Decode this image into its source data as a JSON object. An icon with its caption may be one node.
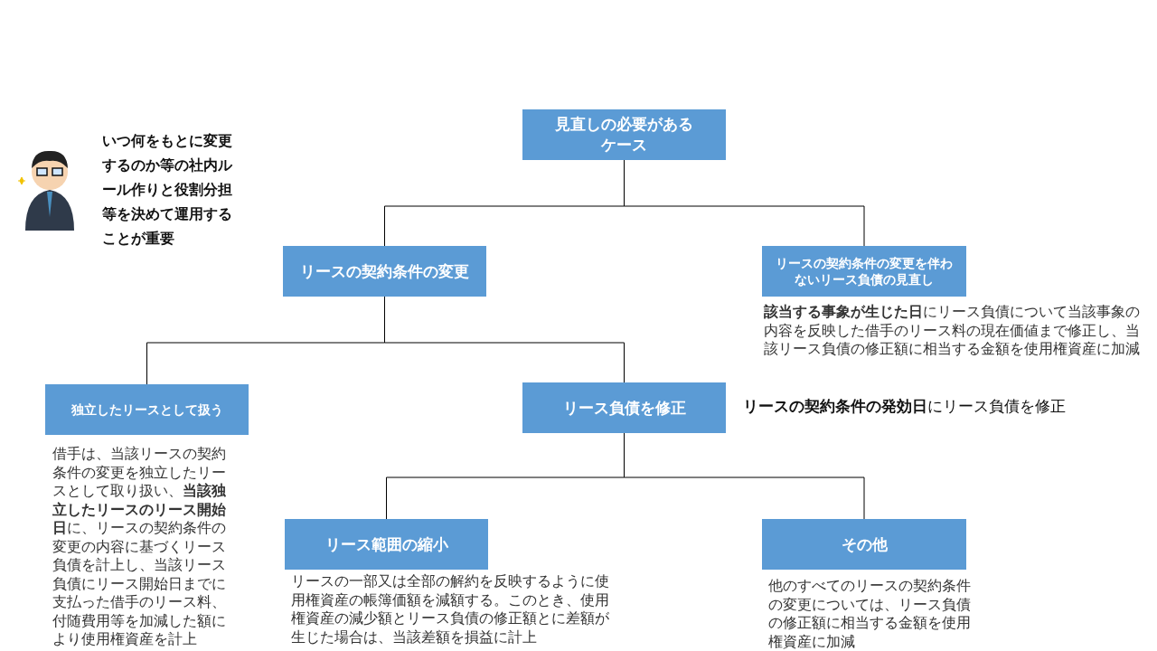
{
  "diagram": {
    "nodes": [
      {
        "text": [
          "見直しの必要があるケース"
        ]
      },
      {
        "text": [
          "リースの契約条件の変更"
        ]
      },
      {
        "text": [
          "リースの契約条件の変更を伴わないリース負債の見直し"
        ],
        "beside": [
          "**該当する事象が生じた日**にリース負債について当該事象の内容を反映した借手のリース料の現在価値まで修正し、当該リース負債の修正額に相当する金額を使用権資産に加減"
        ]
      },
      {
        "text": [
          "独立したリースとして扱う"
        ],
        "beside": [
          "借手は、当該リースの契約条件の変更を独立したリースとして取り扱い、**当該独立したリースのリース開始日**に、リースの契約条件の変更の内容に基づくリース負債を計上し、当該リース負債にリース開始日までに支払った借手のリース料、付随費用等を加減した額により使用権資産を計上"
        ]
      },
      {
        "text": [
          "リース負債を修正"
        ],
        "beside": [
          "**リースの契約条件の発効日**にリース負債を修正"
        ]
      },
      {
        "text": [
          "リース範囲の縮小"
        ],
        "beside": [
          "リースの一部又は全部の解約を反映するように使用権資産の帳簿価額を減額する。このとき、使用権資産の減少額とリース負債の修正額とに差額が生じた場合は、当該差額を損益に計上"
        ]
      },
      {
        "text": [
          "その他"
        ],
        "beside": [
          "他のすべてのリースの契約条件の変更については、リース負債の修正額に相当する金額を使用権資産に加減"
        ]
      }
    ],
    "edges": [
      {
        "from": 0,
        "to": 1,
        "arrow": "none"
      },
      {
        "from": 0,
        "to": 2,
        "arrow": "none"
      },
      {
        "from": 1,
        "to": 3,
        "arrow": "none"
      },
      {
        "from": 1,
        "to": 4,
        "arrow": "none"
      },
      {
        "from": 4,
        "to": 5,
        "arrow": "none"
      },
      {
        "from": 4,
        "to": 6,
        "arrow": "none"
      }
    ],
    "labels": [
      "いつ何をもとに変更するのか等の社内ルール作りと役割分担等を決めて運用することが重要"
    ]
  }
}
